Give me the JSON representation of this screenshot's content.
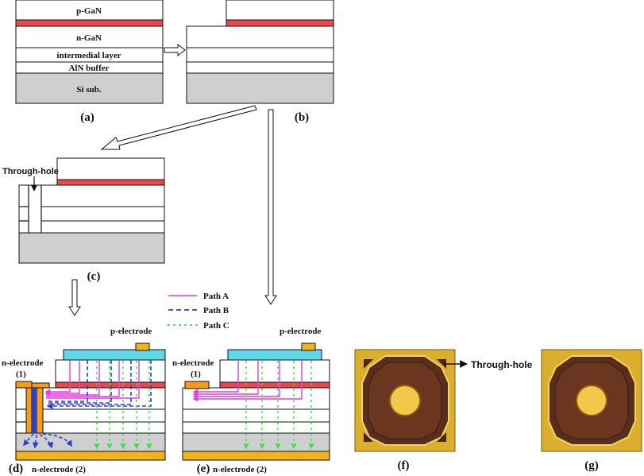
{
  "layers": {
    "p_gan": "p-GaN",
    "n_gan": "n-GaN",
    "intermediate": "intermedial  layer",
    "aln": "AlN buffer",
    "si": "Si sub."
  },
  "captions": {
    "a": "(a)",
    "b": "(b)",
    "c": "(c)",
    "d": "(d)",
    "e": "(e)",
    "f": "(f)",
    "g": "(g)"
  },
  "labels": {
    "through_hole": "Through-hole",
    "p_electrode": "p-electrode",
    "n_electrode": "n-electrode",
    "n_electrode_1": "(1)",
    "n_electrode_2": "n-electrode (2)",
    "through_hole_photo": "Through-hole"
  },
  "legend": {
    "path_a": "Path A",
    "path_b": "Path B",
    "path_c": "Path C"
  },
  "colors": {
    "path_a": "#e23fe0",
    "path_b": "#2b3fd6",
    "path_c": "#3ee04a",
    "p_gan_active": "#e8474b",
    "electrode": "#f2b21c",
    "ito": "#5fd9e8",
    "substrate": "#cfcfcf"
  }
}
